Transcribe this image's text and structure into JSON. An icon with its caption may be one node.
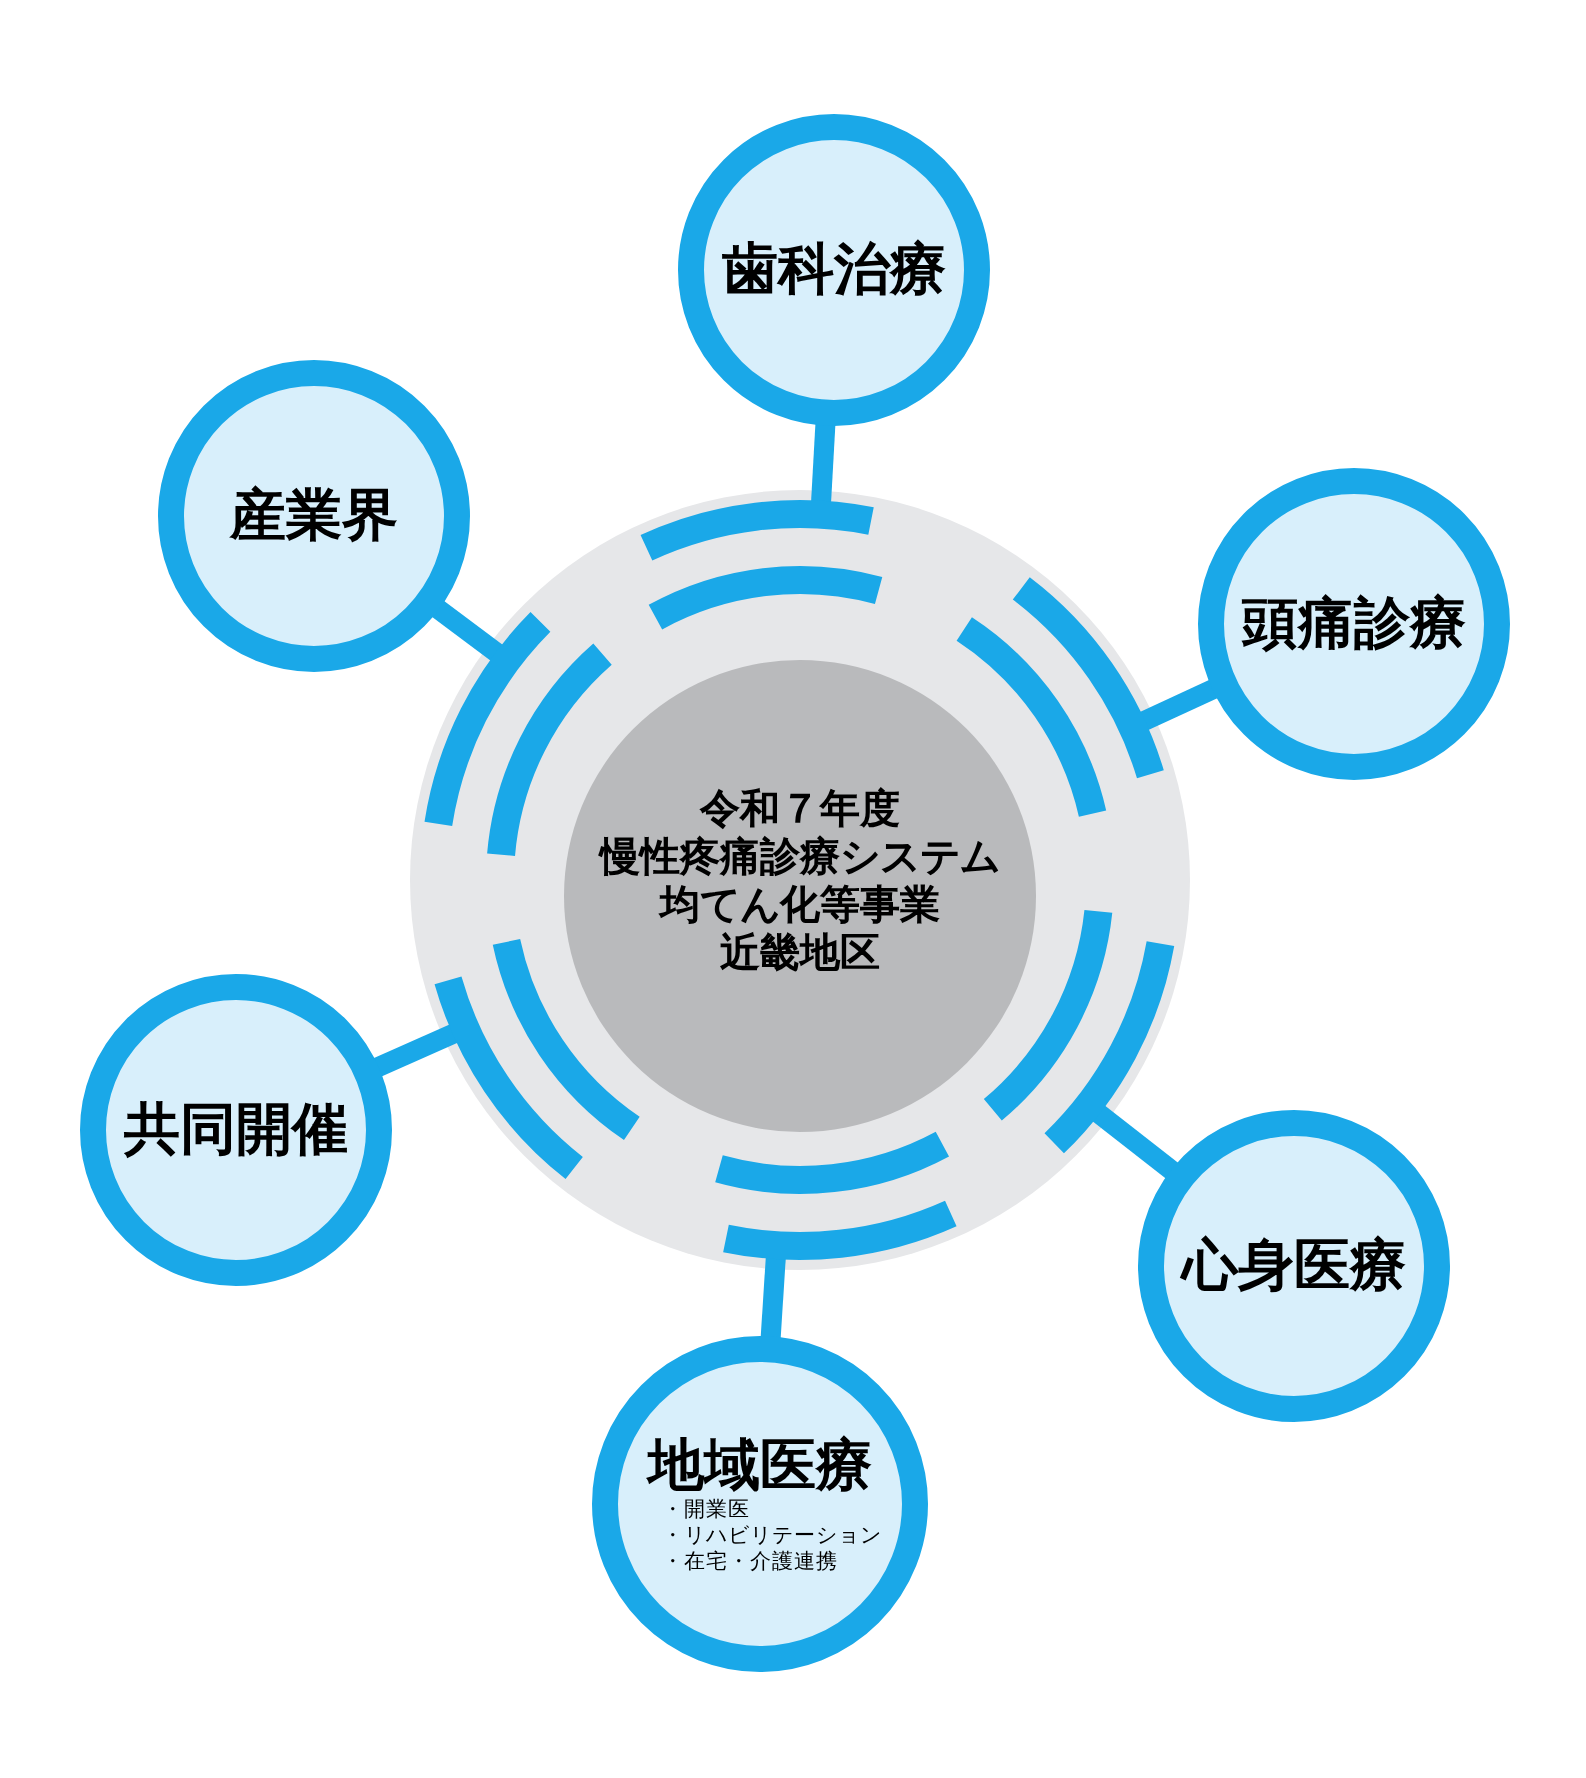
{
  "diagram": {
    "nodes": [
      {
        "text": [
          "歯科治療"
        ]
      },
      {
        "text": [
          "産業界"
        ]
      },
      {
        "text": [
          "頭痛診療"
        ]
      },
      {
        "text": [
          "令和７年度",
          "慢性疼痛診療システム",
          "均てん化等事業",
          "近畿地区"
        ]
      },
      {
        "text": [
          "共同開催"
        ]
      },
      {
        "text": [
          "心身医療"
        ]
      },
      {
        "text": [
          "地域医療",
          "・開業医",
          "・リハビリテーション",
          "・在宅・介護連携"
        ]
      }
    ],
    "edges": [
      {
        "from": 0,
        "to": 3,
        "arrow": "other"
      },
      {
        "from": 1,
        "to": 3,
        "arrow": "other"
      },
      {
        "from": 2,
        "to": 3,
        "arrow": "other"
      },
      {
        "from": 4,
        "to": 3,
        "arrow": "other"
      },
      {
        "from": 5,
        "to": 3,
        "arrow": "other"
      },
      {
        "from": 6,
        "to": 3,
        "arrow": "other"
      }
    ]
  }
}
